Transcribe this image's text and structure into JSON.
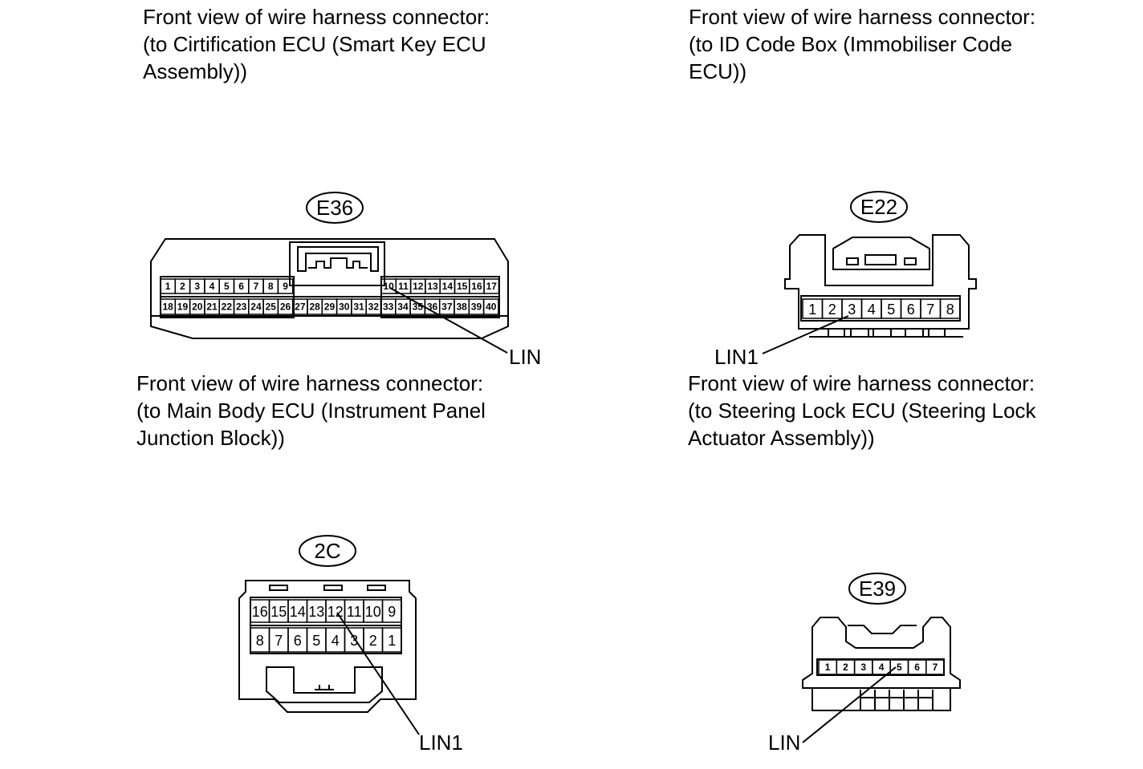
{
  "captions": {
    "top_left": "Front view of wire harness connector:\n(to Cirtification ECU (Smart Key ECU\nAssembly))",
    "top_right": "Front view of wire harness connector:\n(to ID Code Box (Immobiliser Code\nECU))",
    "bottom_left": "Front view of wire harness connector:\n(to Main Body ECU (Instrument Panel\nJunction Block))",
    "bottom_right": "Front view of wire harness connector:\n(to Steering Lock ECU (Steering Lock\nActuator Assembly))"
  },
  "connectors": {
    "e36": {
      "code": "E36",
      "row1": [
        "1",
        "2",
        "3",
        "4",
        "5",
        "6",
        "7",
        "8",
        "9",
        "10",
        "11",
        "12",
        "13",
        "14",
        "15",
        "16",
        "17"
      ],
      "row2": [
        "18",
        "19",
        "20",
        "21",
        "22",
        "23",
        "24",
        "25",
        "26",
        "27",
        "28",
        "29",
        "30",
        "31",
        "32",
        "33",
        "34",
        "35",
        "36",
        "37",
        "38",
        "39",
        "40"
      ],
      "signal_label": "LIN"
    },
    "e22": {
      "code": "E22",
      "pins": [
        "1",
        "2",
        "3",
        "4",
        "5",
        "6",
        "7",
        "8"
      ],
      "signal_label": "LIN1"
    },
    "c2": {
      "code": "2C",
      "row1": [
        "16",
        "15",
        "14",
        "13",
        "12",
        "11",
        "10",
        "9"
      ],
      "row2": [
        "8",
        "7",
        "6",
        "5",
        "4",
        "3",
        "2",
        "1"
      ],
      "signal_label": "LIN1"
    },
    "e39": {
      "code": "E39",
      "pins": [
        "1",
        "2",
        "3",
        "4",
        "5",
        "6",
        "7"
      ],
      "signal_label": "LIN"
    }
  }
}
